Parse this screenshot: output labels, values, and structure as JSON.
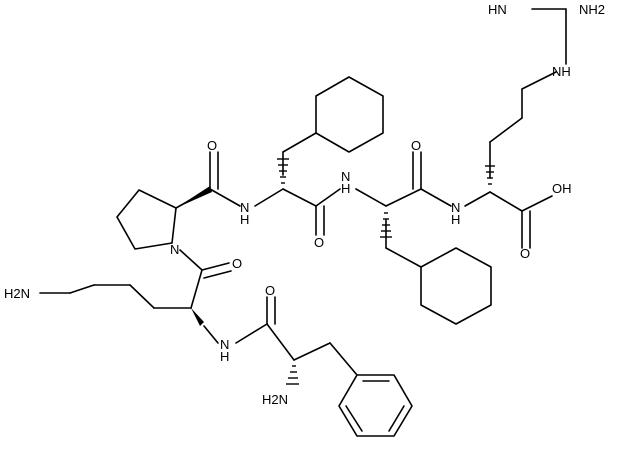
{
  "labels": {
    "guanidine_imine": "HN",
    "guanidine_amine": "NH2",
    "guanidine_nh": "NH",
    "arg_oh": "OH",
    "arg_acid_o": "O",
    "arg_amide_nh": "N",
    "arg_amide_h": "H",
    "cha2_amide_o": "O",
    "cha2_amide_nh": "N",
    "cha2_amide_h": "H",
    "cha1_amide_o": "O",
    "cha1_nh": "N",
    "cha1_h": "H",
    "pro_amide_o": "O",
    "pro_n": "N",
    "lys_amide_o": "O",
    "lys_amine": "H2N",
    "lys_nh": "N",
    "lys_h": "H",
    "phe_amide_o": "O",
    "phe_amine": "H2N"
  }
}
